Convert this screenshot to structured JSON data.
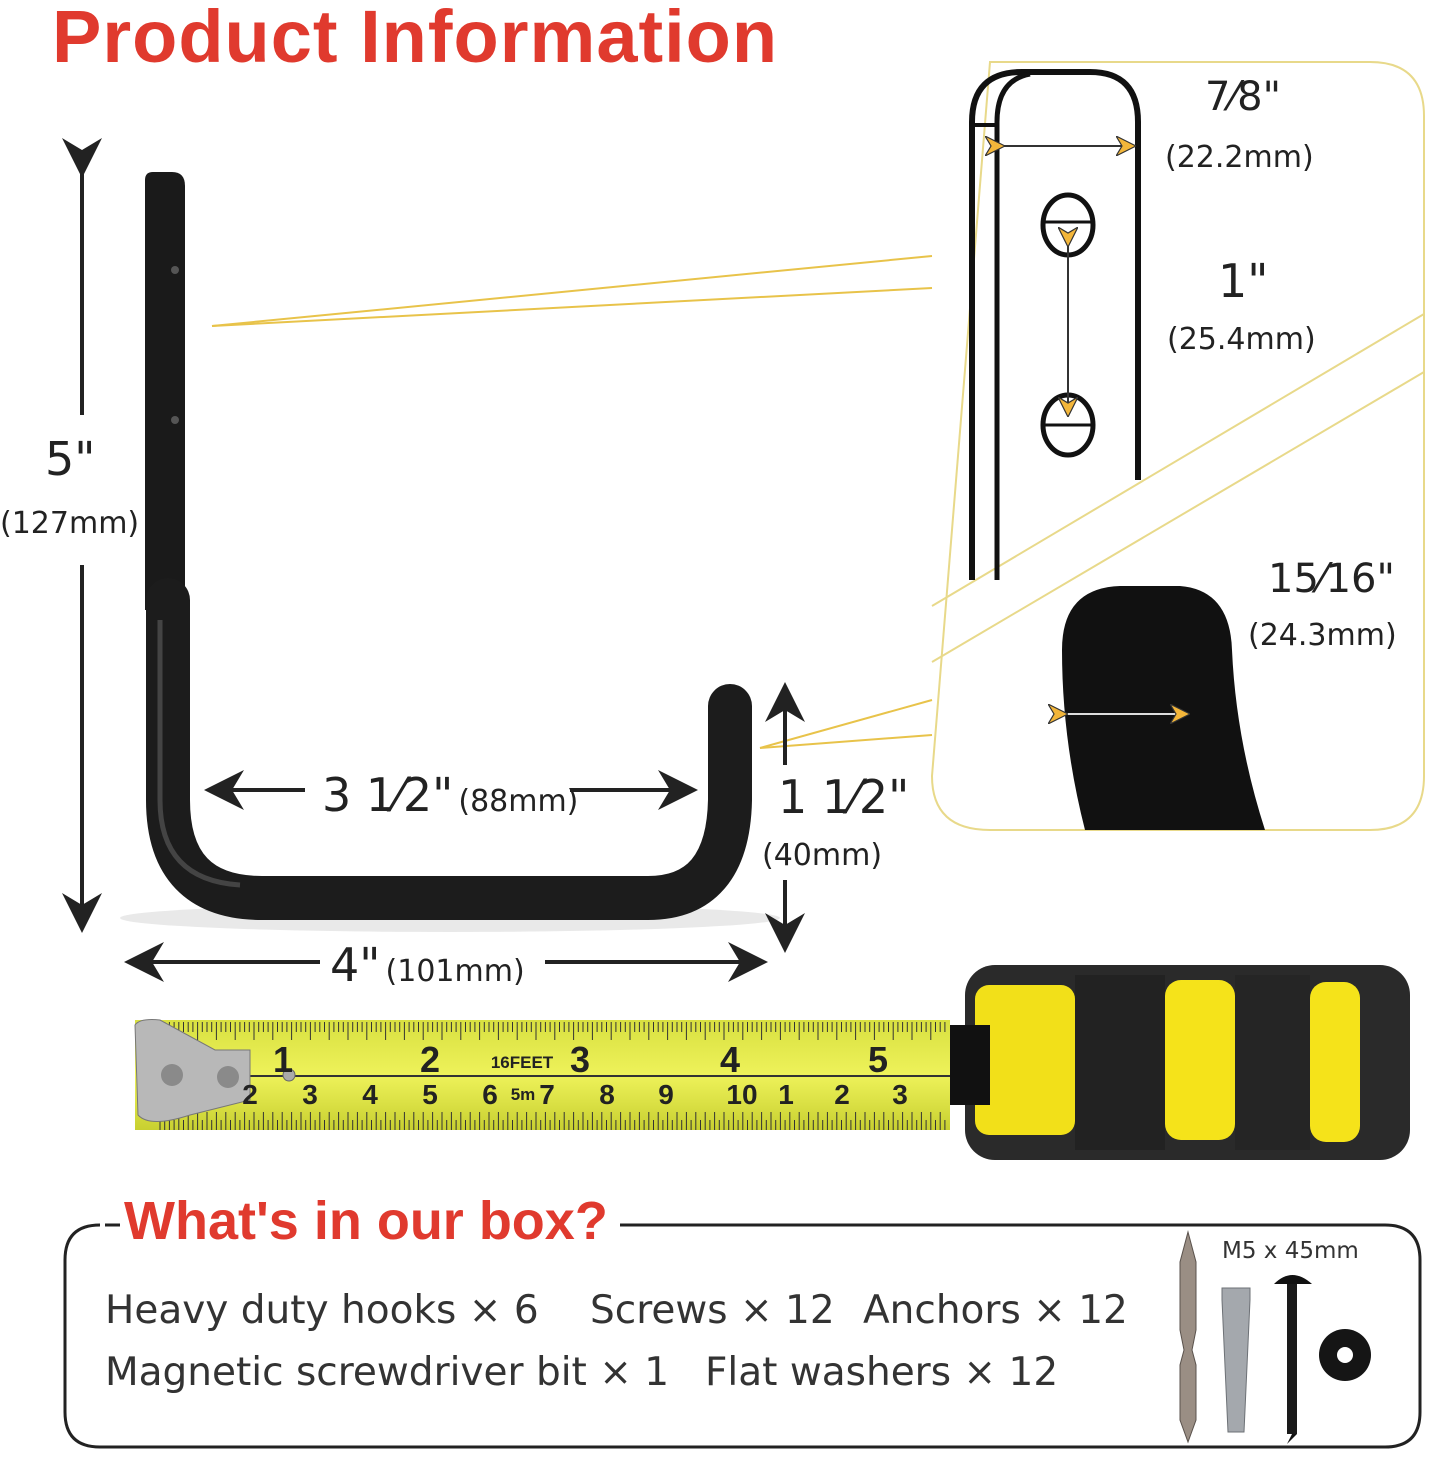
{
  "title": "Product Information",
  "dimensions": {
    "height": {
      "imperial": "5\"",
      "metric": "(127mm)"
    },
    "inner_width": {
      "imperial": "3 1⁄2\"",
      "metric": "(88mm)"
    },
    "lip_height": {
      "imperial": "1 1⁄2\"",
      "metric": "(40mm)"
    },
    "total_width": {
      "imperial": "4\"",
      "metric": "(101mm)"
    },
    "strap_width": {
      "imperial": "7⁄8\"",
      "metric": "(22.2mm)"
    },
    "hole_spacing": {
      "imperial": "1\"",
      "metric": "(25.4mm)"
    },
    "tube_width": {
      "imperial": "15⁄16\"",
      "metric": "(24.3mm)"
    }
  },
  "tape": {
    "inch_marks": [
      "1",
      "2",
      "3",
      "4",
      "5"
    ],
    "cm_marks": [
      "2",
      "3",
      "4",
      "5",
      "6",
      "7",
      "8",
      "9",
      "10",
      "1",
      "2",
      "3"
    ],
    "length_label": "16FEET",
    "metric_label": "5m"
  },
  "box": {
    "title": "What's in our box?",
    "items": [
      "Heavy duty hooks × 6",
      "Screws × 12",
      "Anchors × 12",
      "Magnetic screwdriver bit × 1",
      "Flat washers × 12"
    ],
    "screw_size": "M5 x 45mm"
  },
  "colors": {
    "accent": "#e03a2e",
    "panel_border": "#e8d98a",
    "arrow_fill": "#f3b63a",
    "tape_yellow": "#e2e84a"
  }
}
